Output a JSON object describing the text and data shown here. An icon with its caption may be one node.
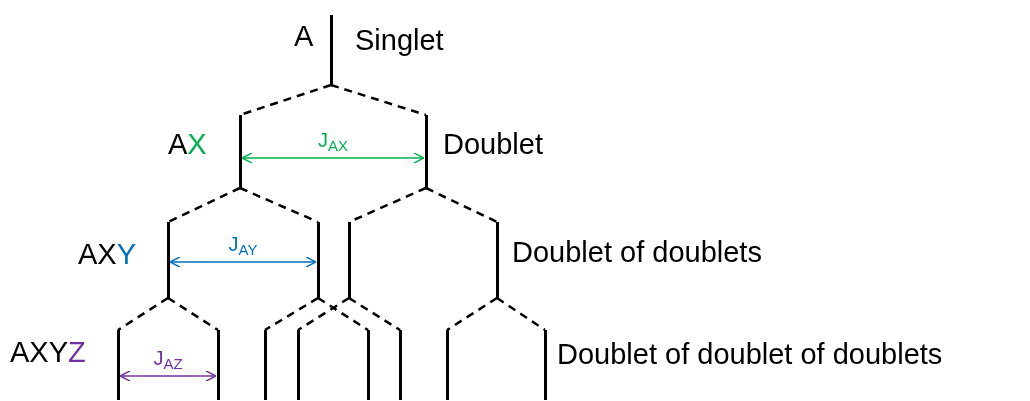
{
  "diagram": {
    "nodes": [
      {
        "text": [],
        "shape": "bar"
      },
      {
        "text": [],
        "shape": "bar"
      },
      {
        "text": [],
        "shape": "bar"
      },
      {
        "text": [],
        "shape": "bar"
      },
      {
        "text": [],
        "shape": "bar"
      },
      {
        "text": [],
        "shape": "bar"
      },
      {
        "text": [],
        "shape": "bar"
      },
      {
        "text": [],
        "shape": "bar"
      },
      {
        "text": [],
        "shape": "bar"
      },
      {
        "text": [],
        "shape": "bar"
      },
      {
        "text": [],
        "shape": "bar"
      },
      {
        "text": [],
        "shape": "bar"
      },
      {
        "text": [],
        "shape": "bar"
      },
      {
        "text": [],
        "shape": "bar"
      },
      {
        "text": [],
        "shape": "bar"
      }
    ],
    "edges": [
      {
        "from": 0,
        "to": 1,
        "arrow": "none",
        "style": "dashed"
      },
      {
        "from": 0,
        "to": 2,
        "arrow": "none",
        "style": "dashed"
      },
      {
        "from": 1,
        "to": 2,
        "arrow": "both",
        "label": "J$_{AX}$",
        "color": "#00b050"
      },
      {
        "from": 1,
        "to": 3,
        "arrow": "none",
        "style": "dashed"
      },
      {
        "from": 1,
        "to": 4,
        "arrow": "none",
        "style": "dashed"
      },
      {
        "from": 2,
        "to": 5,
        "arrow": "none",
        "style": "dashed"
      },
      {
        "from": 2,
        "to": 6,
        "arrow": "none",
        "style": "dashed"
      },
      {
        "from": 3,
        "to": 4,
        "arrow": "both",
        "label": "J$_{AY}$",
        "color": "#0070c0"
      },
      {
        "from": 3,
        "to": 7,
        "arrow": "none",
        "style": "dashed"
      },
      {
        "from": 3,
        "to": 8,
        "arrow": "none",
        "style": "dashed"
      },
      {
        "from": 4,
        "to": 9,
        "arrow": "none",
        "style": "dashed"
      },
      {
        "from": 4,
        "to": 11,
        "arrow": "none",
        "style": "dashed"
      },
      {
        "from": 5,
        "to": 10,
        "arrow": "none",
        "style": "dashed"
      },
      {
        "from": 5,
        "to": 12,
        "arrow": "none",
        "style": "dashed"
      },
      {
        "from": 6,
        "to": 13,
        "arrow": "none",
        "style": "dashed"
      },
      {
        "from": 6,
        "to": 14,
        "arrow": "none",
        "style": "dashed"
      },
      {
        "from": 7,
        "to": 8,
        "arrow": "both",
        "label": "J$_{AZ}$",
        "color": "#7030a0"
      }
    ],
    "labels": [
      "A",
      "Singlet",
      "AX",
      "Doublet",
      "AXY",
      "Doublet of doublets",
      "AXYZ",
      "Doublet of doublet of doublets"
    ]
  }
}
